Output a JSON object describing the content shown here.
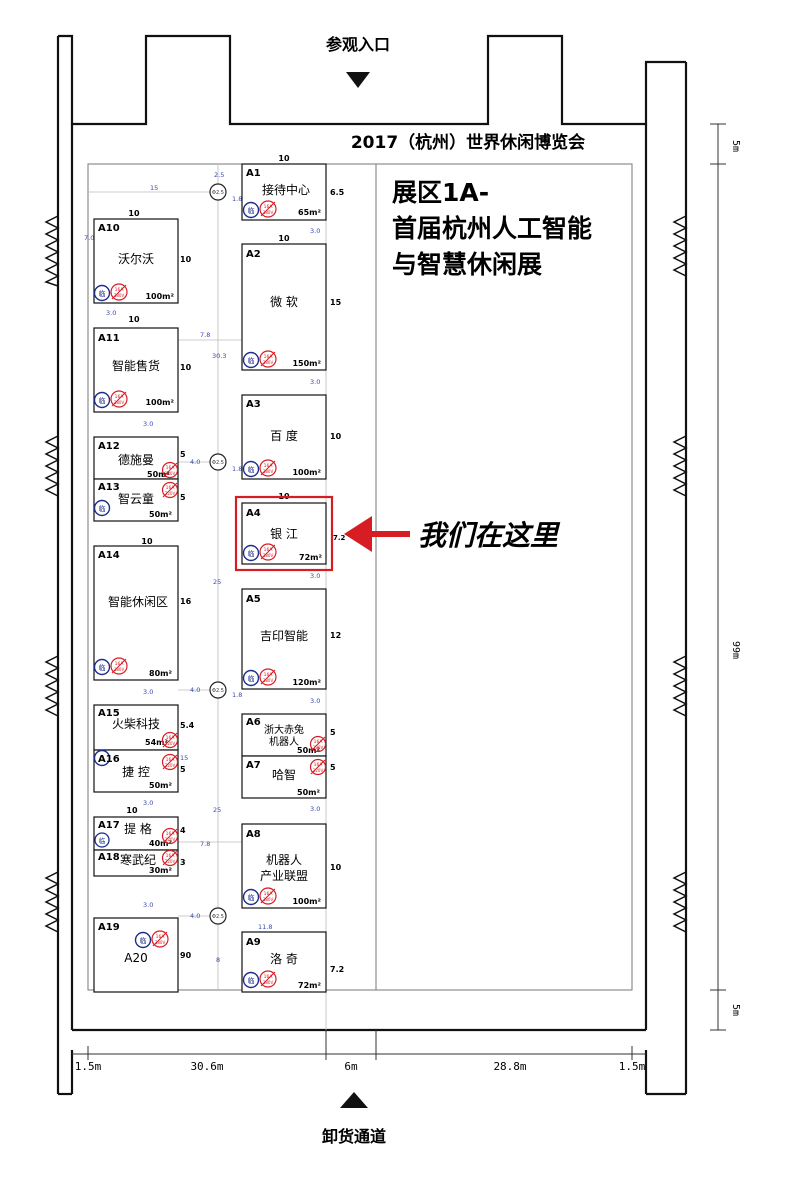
{
  "entrance_label": "参观入口",
  "exit_label": "卸货通道",
  "hall_title": "2017（杭州）世界休闲博览会",
  "zone_title_lines": [
    "展区1A-",
    "首届杭州人工智能",
    "与智慧休闲展"
  ],
  "here_label": "我们在这里",
  "booths": {
    "A1": {
      "code": "A1",
      "name": "接待中心",
      "area": "65m²",
      "width": "10",
      "depth": "6.5"
    },
    "A2": {
      "code": "A2",
      "name": "微 软",
      "area": "150m²",
      "width": "10",
      "depth": "15"
    },
    "A3": {
      "code": "A3",
      "name": "百 度",
      "area": "100m²",
      "width": "10",
      "depth": "10"
    },
    "A4": {
      "code": "A4",
      "name": "银 江",
      "area": "72m²",
      "width": "10",
      "depth": "7.2"
    },
    "A5": {
      "code": "A5",
      "name": "吉印智能",
      "area": "120m²",
      "depth": "12"
    },
    "A6": {
      "code": "A6",
      "name_l1": "浙大赤兔",
      "name_l2": "机器人",
      "area": "50m²",
      "depth": "5"
    },
    "A7": {
      "code": "A7",
      "name": "哈智",
      "area": "50m²",
      "depth": "5"
    },
    "A8": {
      "code": "A8",
      "name_l1": "机器人",
      "name_l2": "产业联盟",
      "area": "100m²",
      "depth": "10"
    },
    "A9": {
      "code": "A9",
      "name": "洛 奇",
      "area": "72m²",
      "depth": "7.2"
    },
    "A10": {
      "code": "A10",
      "name": "沃尔沃",
      "area": "100m²",
      "width": "10",
      "depth": "10"
    },
    "A11": {
      "code": "A11",
      "name": "智能售货",
      "area": "100m²",
      "width": "10",
      "depth": "10"
    },
    "A12": {
      "code": "A12",
      "name": "德施曼",
      "area": "50m²",
      "depth": "5"
    },
    "A13": {
      "code": "A13",
      "name": "智云童",
      "area": "50m²",
      "depth": "5"
    },
    "A14": {
      "code": "A14",
      "name": "智能休闲区",
      "area": "80m²",
      "width": "10",
      "depth": "16"
    },
    "A15": {
      "code": "A15",
      "name": "火柴科技",
      "area": "54m²",
      "depth": "5.4"
    },
    "A16": {
      "code": "A16",
      "name": "捷 控",
      "area": "50m²",
      "depth": "5"
    },
    "A17": {
      "code": "A17",
      "name": "提 格",
      "area": "40m²",
      "width": "10",
      "depth": "4"
    },
    "A18": {
      "code": "A18",
      "name": "寒武纪",
      "area": "30m²",
      "depth": "3"
    },
    "A19": {
      "code": "A19",
      "name": "A20",
      "depth": "90"
    }
  },
  "bottom_dims": [
    "1.5m",
    "30.6m",
    "6m",
    "28.8m",
    "1.5m"
  ],
  "right_dims": [
    "5m",
    "99m",
    "5m"
  ],
  "aisle_dims": {
    "v25": "2.5",
    "v18": "1.8",
    "h15": "15",
    "v70": "7.0",
    "v30": "3.0",
    "h78": "7.8",
    "v303": "30.3",
    "v25b": "25",
    "h40": "4.0",
    "h118": "11.8",
    "v8": "8",
    "pillar": "Φ2.5"
  },
  "badges": {
    "power": "16A/380V",
    "power2": "16A/220V",
    "stamp": "临"
  }
}
